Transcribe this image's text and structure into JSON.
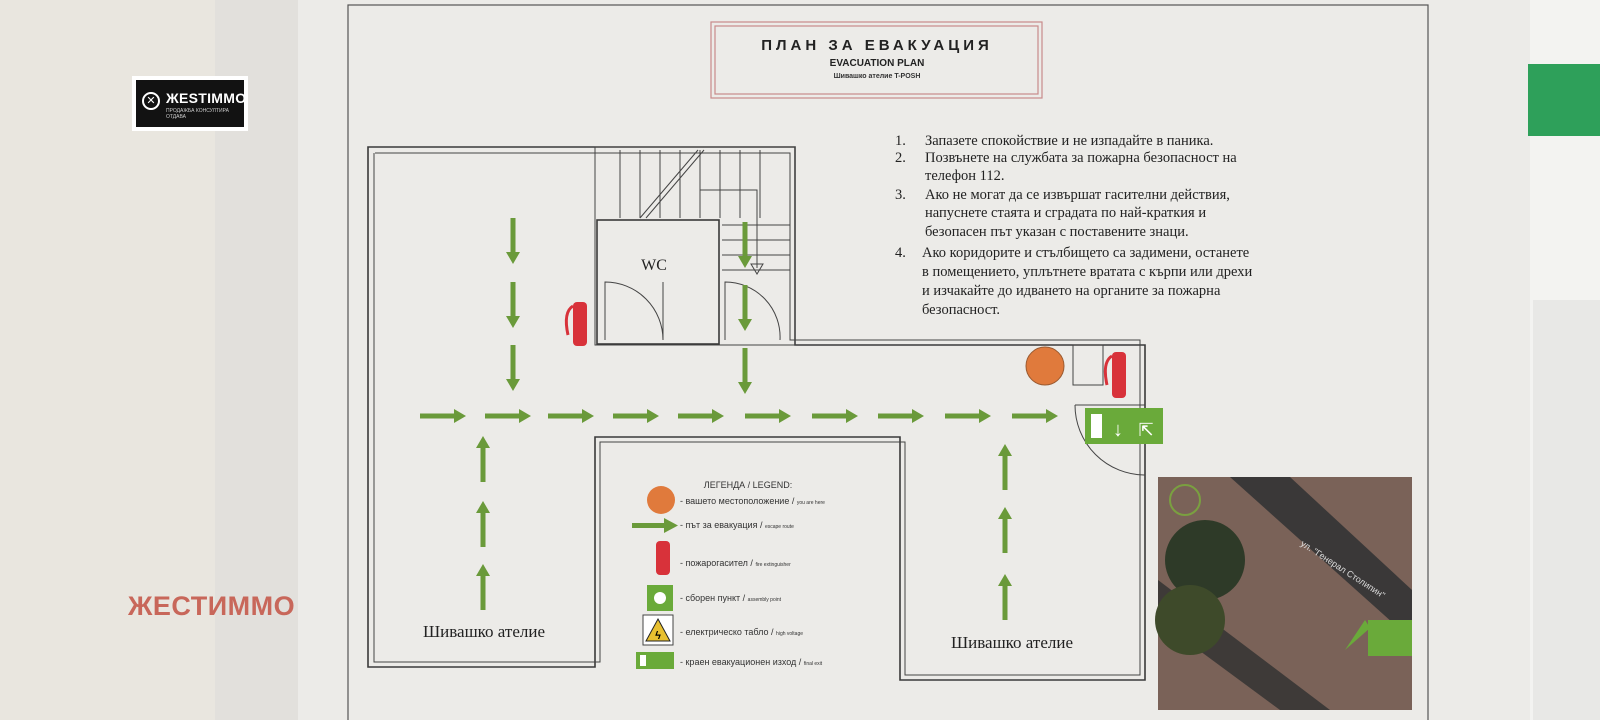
{
  "title_box": {
    "title_bg": "ПЛАН ЗА ЕВАКУАЦИЯ",
    "title_en": "EVACUATION PLAN",
    "subtitle": "Шивашко ателие T-POSH"
  },
  "instructions": [
    {
      "num": "1.",
      "lines": [
        "Запазете спокойствие и не изпадайте в паника."
      ]
    },
    {
      "num": "2.",
      "lines": [
        "Позвънете на службата за пожарна безопасност на",
        "телефон 112."
      ]
    },
    {
      "num": "3.",
      "lines": [
        "Ако не могат да се извършат гасителни действия,",
        "напуснете стаята и сградата по най-краткия и",
        "безопасен път указан с поставените знаци."
      ]
    },
    {
      "num": "4.",
      "lines": [
        "Ако коридорите и стълбището са задимени, останете",
        "в помещението, уплътнете вратата с кърпи или дрехи",
        "и изчакайте до идването на органите за пожарна",
        "безопасност."
      ]
    }
  ],
  "rooms": {
    "wc": "WC",
    "left_room": "Шивашко ателие",
    "right_room": "Шивашко ателие"
  },
  "legend": {
    "title": "ЛЕГЕНДА / LEGEND:",
    "items": [
      {
        "icon": "you-are-here-icon",
        "bg": "- вашето местоположение /",
        "en": "you are here"
      },
      {
        "icon": "escape-route-arrow-icon",
        "bg": "- път за евакуация /",
        "en": "escape route"
      },
      {
        "icon": "fire-extinguisher-icon",
        "bg": "- пожарогасител /",
        "en": "fire extinguisher"
      },
      {
        "icon": "assembly-point-icon",
        "bg": "- сборен пункт /",
        "en": "assembly point"
      },
      {
        "icon": "high-voltage-icon",
        "bg": "- електрическо табло /",
        "en": "high voltage"
      },
      {
        "icon": "final-exit-icon",
        "bg": "- краен евакуационен изход /",
        "en": "final exit"
      }
    ]
  },
  "map": {
    "street": "ул. \"Генерал Столипин\""
  },
  "logo": {
    "brand": "ЖESTIMMO",
    "tagline": "ПРОДАЖБА  КОНСУЛТИРА  ОТДАВА"
  },
  "watermark": "ЖЕСТИММО",
  "colors": {
    "escape_route": "#6a9a3a",
    "extinguisher": "#d8323a",
    "you_are_here": "#e07a3c",
    "title_border": "#c98a8a",
    "watermark": "#c8675a"
  }
}
